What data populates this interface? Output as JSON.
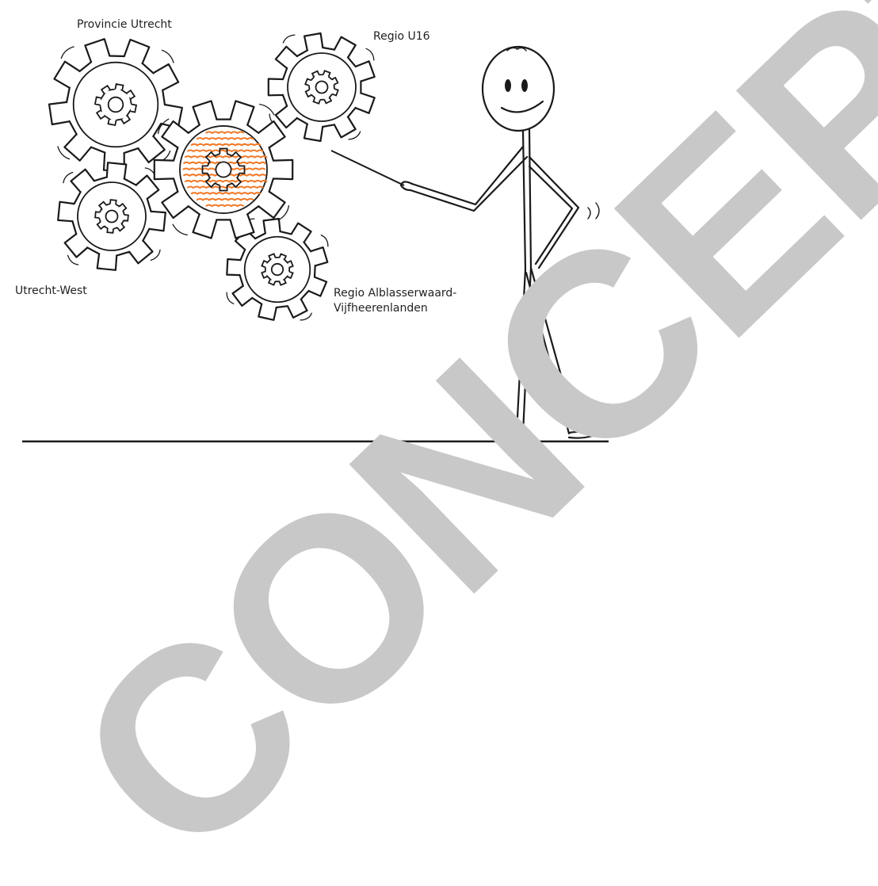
{
  "labels": {
    "provincie_utrecht": "Provincie Utrecht",
    "regio_u16": "Regio U16",
    "utrecht_west": "Utrecht-West",
    "regio_alblasserwaard_line1": "Regio Alblasserwaard-",
    "regio_alblasserwaard_line2": "Vijfheerenlanden"
  },
  "watermark": {
    "text": "CONCEPT",
    "color": "#c8c8c8"
  },
  "colors": {
    "ink": "#1a1a1a",
    "highlight_gear": "#f07a2a",
    "background": "#ffffff"
  },
  "icons": {
    "figure": "stick-figure-pointing",
    "gears": "interlocking-gears"
  }
}
